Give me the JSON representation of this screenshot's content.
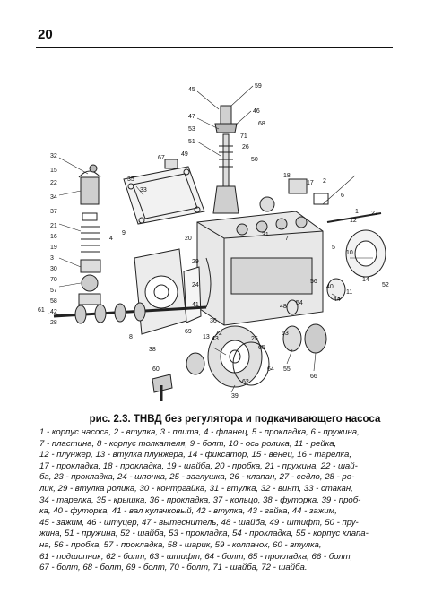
{
  "page": {
    "number": "20"
  },
  "figure": {
    "callouts": [
      "45",
      "59",
      "47",
      "46",
      "68",
      "53",
      "51",
      "71",
      "26",
      "49",
      "67",
      "50",
      "32",
      "15",
      "35",
      "22",
      "33",
      "34",
      "37",
      "21",
      "4",
      "9",
      "16",
      "19",
      "3",
      "30",
      "70",
      "57",
      "58",
      "42",
      "28",
      "61",
      "20",
      "29",
      "24",
      "41",
      "36",
      "69",
      "13",
      "8",
      "72",
      "31",
      "7",
      "18",
      "17",
      "2",
      "6",
      "1",
      "27",
      "12",
      "5",
      "10",
      "14",
      "11",
      "56",
      "40",
      "52",
      "44",
      "48",
      "54",
      "38",
      "60",
      "39",
      "43",
      "25",
      "65",
      "63",
      "55",
      "66",
      "64",
      "62"
    ]
  },
  "caption": {
    "title": "рис. 2.3. ТНВД без регулятора и подкачивающего насоса",
    "lines": [
      "1 - корпус насоса, 2 - втулка, 3 - плита, 4 - фланец, 5 - прокладка, 6 - пружина,",
      "7 - пластина, 8 - корпус толкателя, 9 - болт, 10 - ось ролика, 11 - рейка,",
      "12 - плунжер, 13 - втулка плунжера, 14 - фиксатор, 15 - венец, 16 - тарелка,",
      "17 - прокладка, 18 - прокладка, 19 - шайба, 20 - пробка, 21 - пружина, 22 - шай-",
      "ба, 23 - прокладка, 24 - шпонка, 25 - заглушка, 26 - клапан, 27 - седло, 28 - ро-",
      "лик, 29 - втулка ролика, 30 - контргайка, 31 - втулка, 32 - винт, 33 - стакан,",
      "34 - тарелка, 35 - крышка, 36 - прокладка, 37 - кольцо, 38 - футорка, 39 - проб-",
      "ка, 40 - футорка, 41 - вал кулачковый, 42 - втулка, 43 - гайка, 44 - зажим,",
      "45 - зажим, 46 - штуцер, 47 - вытеснитель, 48 - шайба, 49 - штифт, 50 - пру-",
      "жина, 51 - пружина, 52 - шайба, 53 - прокладка, 54 - прокладка, 55 - корпус клапа-",
      "на, 56 - пробка, 57 - прокладка, 58 - шарик, 59 - колпачок, 60 - втулка,",
      "61 - подшипник, 62 - болт, 63 - штифт, 64 - болт, 65 - прокладка, 66 - болт,",
      "67 - болт, 68 - болт, 69 - болт, 70 - болт, 71 - шайба, 72 - шайба."
    ]
  }
}
